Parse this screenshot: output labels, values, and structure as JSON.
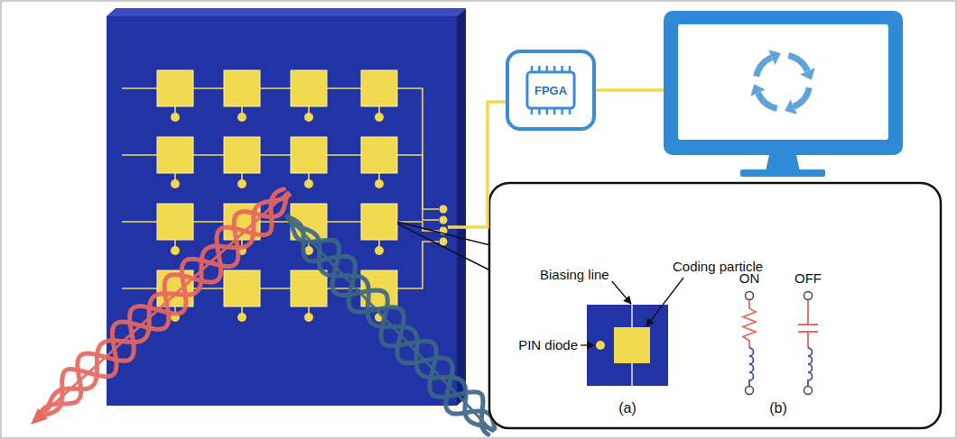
{
  "diagram": {
    "nodes": [
      {
        "text": [
          "FPGA"
        ]
      }
    ],
    "labels": [
      "Coding particle",
      "Biasing line",
      "PIN diode",
      "(a)",
      "ON",
      "OFF",
      "(b)"
    ]
  }
}
